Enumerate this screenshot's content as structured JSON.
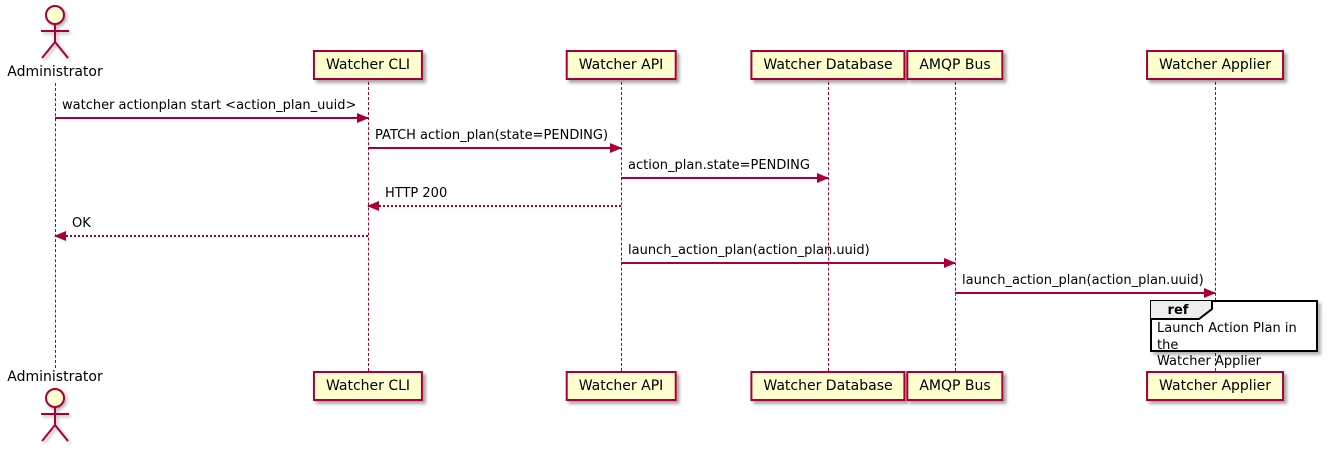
{
  "diagram_type": "UML sequence diagram",
  "colors": {
    "stroke": "#A80036",
    "participant_fill": "#FEFECE",
    "text": "#000000",
    "ref_border": "#000000",
    "ref_tab_fill": "#EEEEEE",
    "background": "#FFFFFF"
  },
  "actor": {
    "name": "Administrator"
  },
  "participants": [
    {
      "label": "Watcher CLI"
    },
    {
      "label": "Watcher API"
    },
    {
      "label": "Watcher Database"
    },
    {
      "label": "AMQP Bus"
    },
    {
      "label": "Watcher Applier"
    }
  ],
  "messages": [
    {
      "from": "Administrator",
      "to": "Watcher CLI",
      "label": "watcher actionplan start <action_plan_uuid>",
      "line": "solid",
      "direction": "right"
    },
    {
      "from": "Watcher CLI",
      "to": "Watcher API",
      "label": "PATCH action_plan(state=PENDING)",
      "line": "solid",
      "direction": "right"
    },
    {
      "from": "Watcher API",
      "to": "Watcher Database",
      "label": "action_plan.state=PENDING",
      "line": "solid",
      "direction": "right"
    },
    {
      "from": "Watcher API",
      "to": "Watcher CLI",
      "label": "HTTP 200",
      "line": "dotted",
      "direction": "left"
    },
    {
      "from": "Watcher CLI",
      "to": "Administrator",
      "label": "OK",
      "line": "dotted",
      "direction": "left"
    },
    {
      "from": "Watcher API",
      "to": "AMQP Bus",
      "label": "launch_action_plan(action_plan.uuid)",
      "line": "solid",
      "direction": "right"
    },
    {
      "from": "AMQP Bus",
      "to": "Watcher Applier",
      "label": "launch_action_plan(action_plan.uuid)",
      "line": "solid",
      "direction": "right"
    }
  ],
  "ref": {
    "keyword": "ref",
    "text": "Launch Action Plan in the\nWatcher Applier",
    "over": "Watcher Applier"
  }
}
